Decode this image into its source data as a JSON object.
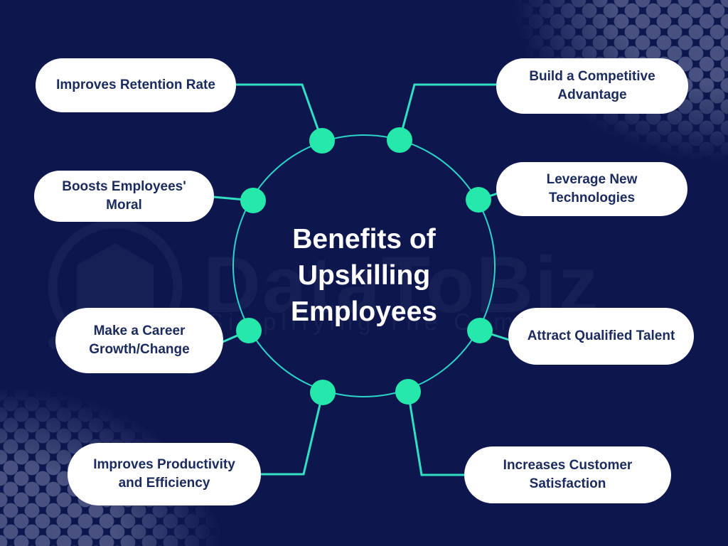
{
  "diagram": {
    "title_lines": [
      "Benefits of",
      "Upskilling",
      "Employees"
    ],
    "nodes": [
      {
        "label": "Improves Retention Rate"
      },
      {
        "label": "Build a Competitive Advantage"
      },
      {
        "label": "Boosts Employees' Moral"
      },
      {
        "label": "Leverage New Technologies"
      },
      {
        "label": "Make a Career Growth/Change"
      },
      {
        "label": "Attract Qualified Talent"
      },
      {
        "label": "Improves Productivity and Efficiency"
      },
      {
        "label": "Increases Customer Satisfaction"
      }
    ]
  },
  "watermark": {
    "brand": "DataToBiz",
    "tagline": "Simplifying The Complex"
  },
  "colors": {
    "background": "#0d174e",
    "pill_background": "#ffffff",
    "pill_text": "#1b2b5e",
    "title_text": "#ffffff",
    "node_dot": "#25e8ab",
    "connector_line": "#31dfc3",
    "circle_outline": "#2bd5c8",
    "halftone_dot": "#485180"
  }
}
